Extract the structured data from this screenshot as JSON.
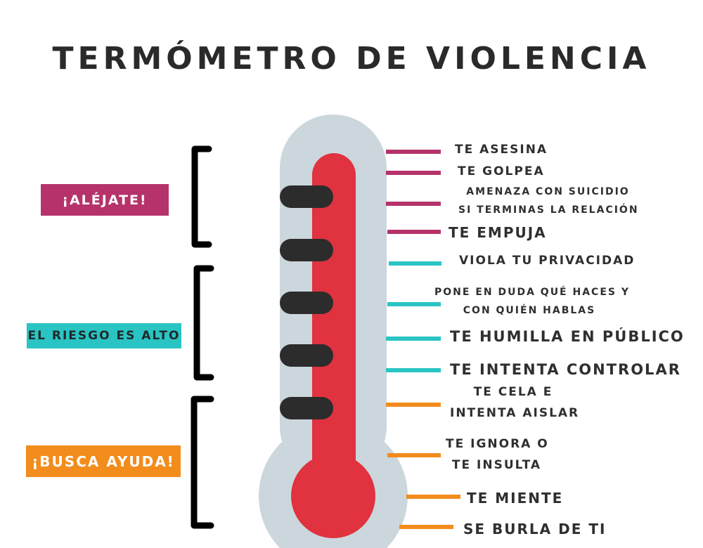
{
  "title": "TERMÓMETRO DE VIOLENCIA",
  "colors": {
    "magenta": "#b5336a",
    "teal": "#2bc4c4",
    "orange": "#f28c1c",
    "mercury": "#e0323f",
    "glass": "#ccd6dd",
    "ticks": "#2c2c2c"
  },
  "zones": [
    {
      "label": "¡ALÉJATE!",
      "color": "#b5336a"
    },
    {
      "label": "EL RIESGO ES ALTO",
      "color": "#2bc4c4"
    },
    {
      "label": "¡BUSCA AYUDA!",
      "color": "#f28c1c"
    }
  ],
  "items": [
    {
      "line1": "TE ASESINA",
      "zone": "alejate"
    },
    {
      "line1": "TE GOLPEA",
      "zone": "alejate"
    },
    {
      "line1": "AMENAZA CON SUICIDIO",
      "line2": "SI TERMINAS LA RELACIÓN",
      "zone": "alejate"
    },
    {
      "line1": "TE EMPUJA",
      "zone": "alejate"
    },
    {
      "line1": "VIOLA TU PRIVACIDAD",
      "zone": "riesgo"
    },
    {
      "line1": "PONE EN DUDA QUÉ HACES Y",
      "line2": "CON QUIÉN HABLAS",
      "zone": "riesgo"
    },
    {
      "line1": "TE HUMILLA EN PÚBLICO",
      "zone": "riesgo"
    },
    {
      "line1": "TE INTENTA CONTROLAR",
      "zone": "riesgo"
    },
    {
      "line1": "TE CELA E",
      "line2": "INTENTA AISLAR",
      "zone": "ayuda"
    },
    {
      "line1": "TE IGNORA O",
      "line2": "TE INSULTA",
      "zone": "ayuda"
    },
    {
      "line1": "TE MIENTE",
      "zone": "ayuda"
    },
    {
      "line1": "SE BURLA DE TI",
      "zone": "ayuda"
    }
  ]
}
